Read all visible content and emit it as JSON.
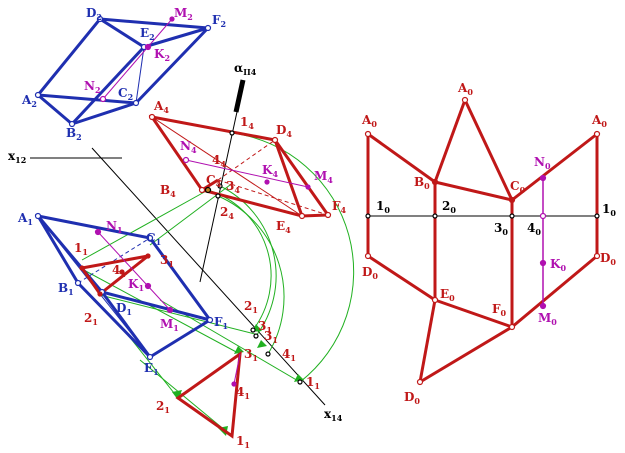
{
  "colors": {
    "blue": "#1f2fb0",
    "red": "#c01818",
    "magenta": "#b010b0",
    "green": "#20b020",
    "black": "#000000"
  },
  "labels": {
    "D2": [
      "D",
      "2"
    ],
    "M2": [
      "M",
      "2"
    ],
    "F2": [
      "F",
      "2"
    ],
    "E2": [
      "E",
      "2"
    ],
    "K2": [
      "K",
      "2"
    ],
    "N2": [
      "N",
      "2"
    ],
    "C2": [
      "C",
      "2"
    ],
    "A2": [
      "A",
      "2"
    ],
    "B2": [
      "B",
      "2"
    ],
    "alpha": [
      "α",
      "II4"
    ],
    "x12": [
      "x",
      "12"
    ],
    "x14": [
      "x",
      "14"
    ],
    "A4": [
      "A",
      "4"
    ],
    "14": [
      "1",
      "4"
    ],
    "D4": [
      "D",
      "4"
    ],
    "N4": [
      "N",
      "4"
    ],
    "44": [
      "4",
      "4"
    ],
    "K4": [
      "K",
      "4"
    ],
    "M4": [
      "M",
      "4"
    ],
    "C4": [
      "C",
      "4"
    ],
    "34": [
      "3",
      "4"
    ],
    "B4": [
      "B",
      "4"
    ],
    "24": [
      "2",
      "4"
    ],
    "E4": [
      "E",
      "4"
    ],
    "F4": [
      "F",
      "4"
    ],
    "A1": [
      "A",
      "1"
    ],
    "N1": [
      "N",
      "1"
    ],
    "C1": [
      "C",
      "1"
    ],
    "11": [
      "1",
      "1"
    ],
    "31": [
      "3",
      "1"
    ],
    "41": [
      "4",
      "1"
    ],
    "B1": [
      "B",
      "1"
    ],
    "K1": [
      "K",
      "1"
    ],
    "D1": [
      "D",
      "1"
    ],
    "21": [
      "2",
      "1"
    ],
    "M1": [
      "M",
      "1"
    ],
    "F1": [
      "F",
      "1"
    ],
    "E1": [
      "E",
      "1"
    ],
    "2p1": [
      "2",
      "1"
    ],
    "3p1": [
      "3",
      "1"
    ],
    "3p1b": [
      "3",
      "1"
    ],
    "4p1b": [
      "4",
      "1"
    ],
    "3p1c": [
      "3",
      "1"
    ],
    "4p1c": [
      "4",
      "1"
    ],
    "1p1": [
      "1",
      "1"
    ],
    "2p1b": [
      "2",
      "1"
    ],
    "1p1b": [
      "1",
      "1"
    ],
    "A0": [
      "A",
      "0"
    ],
    "A0r": [
      "A",
      "0"
    ],
    "A0p": [
      "A",
      "0"
    ],
    "N0": [
      "N",
      "0"
    ],
    "B0": [
      "B",
      "0"
    ],
    "C0": [
      "C",
      "0"
    ],
    "10": [
      "1",
      "0"
    ],
    "20": [
      "2",
      "0"
    ],
    "30": [
      "3",
      "0"
    ],
    "40": [
      "4",
      "0"
    ],
    "1p0": [
      "1",
      "0"
    ],
    "D0": [
      "D",
      "0"
    ],
    "K0": [
      "K",
      "0"
    ],
    "D0p": [
      "D",
      "0"
    ],
    "E0": [
      "E",
      "0"
    ],
    "F0": [
      "F",
      "0"
    ],
    "M0": [
      "M",
      "0"
    ],
    "D0b": [
      "D",
      "0"
    ]
  }
}
